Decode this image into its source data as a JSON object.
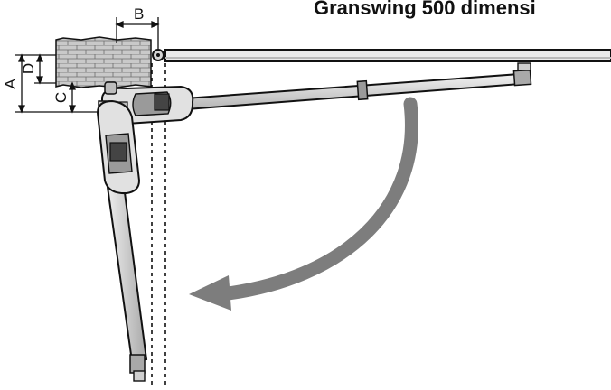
{
  "diagram": {
    "title": "Granswing 500 dimensi",
    "dimension_labels": {
      "a": "A",
      "b": "B",
      "c": "C",
      "d": "D"
    }
  },
  "colors": {
    "line": "#111111",
    "arm_fill": "#d7d7d7",
    "arm_shade": "#9a9a9a",
    "motor_dark": "#444444",
    "arrow": "#7d7d7d",
    "brick_fill": "#c9c9c9"
  },
  "icons": {
    "rotation": "curved-arrow-icon"
  }
}
